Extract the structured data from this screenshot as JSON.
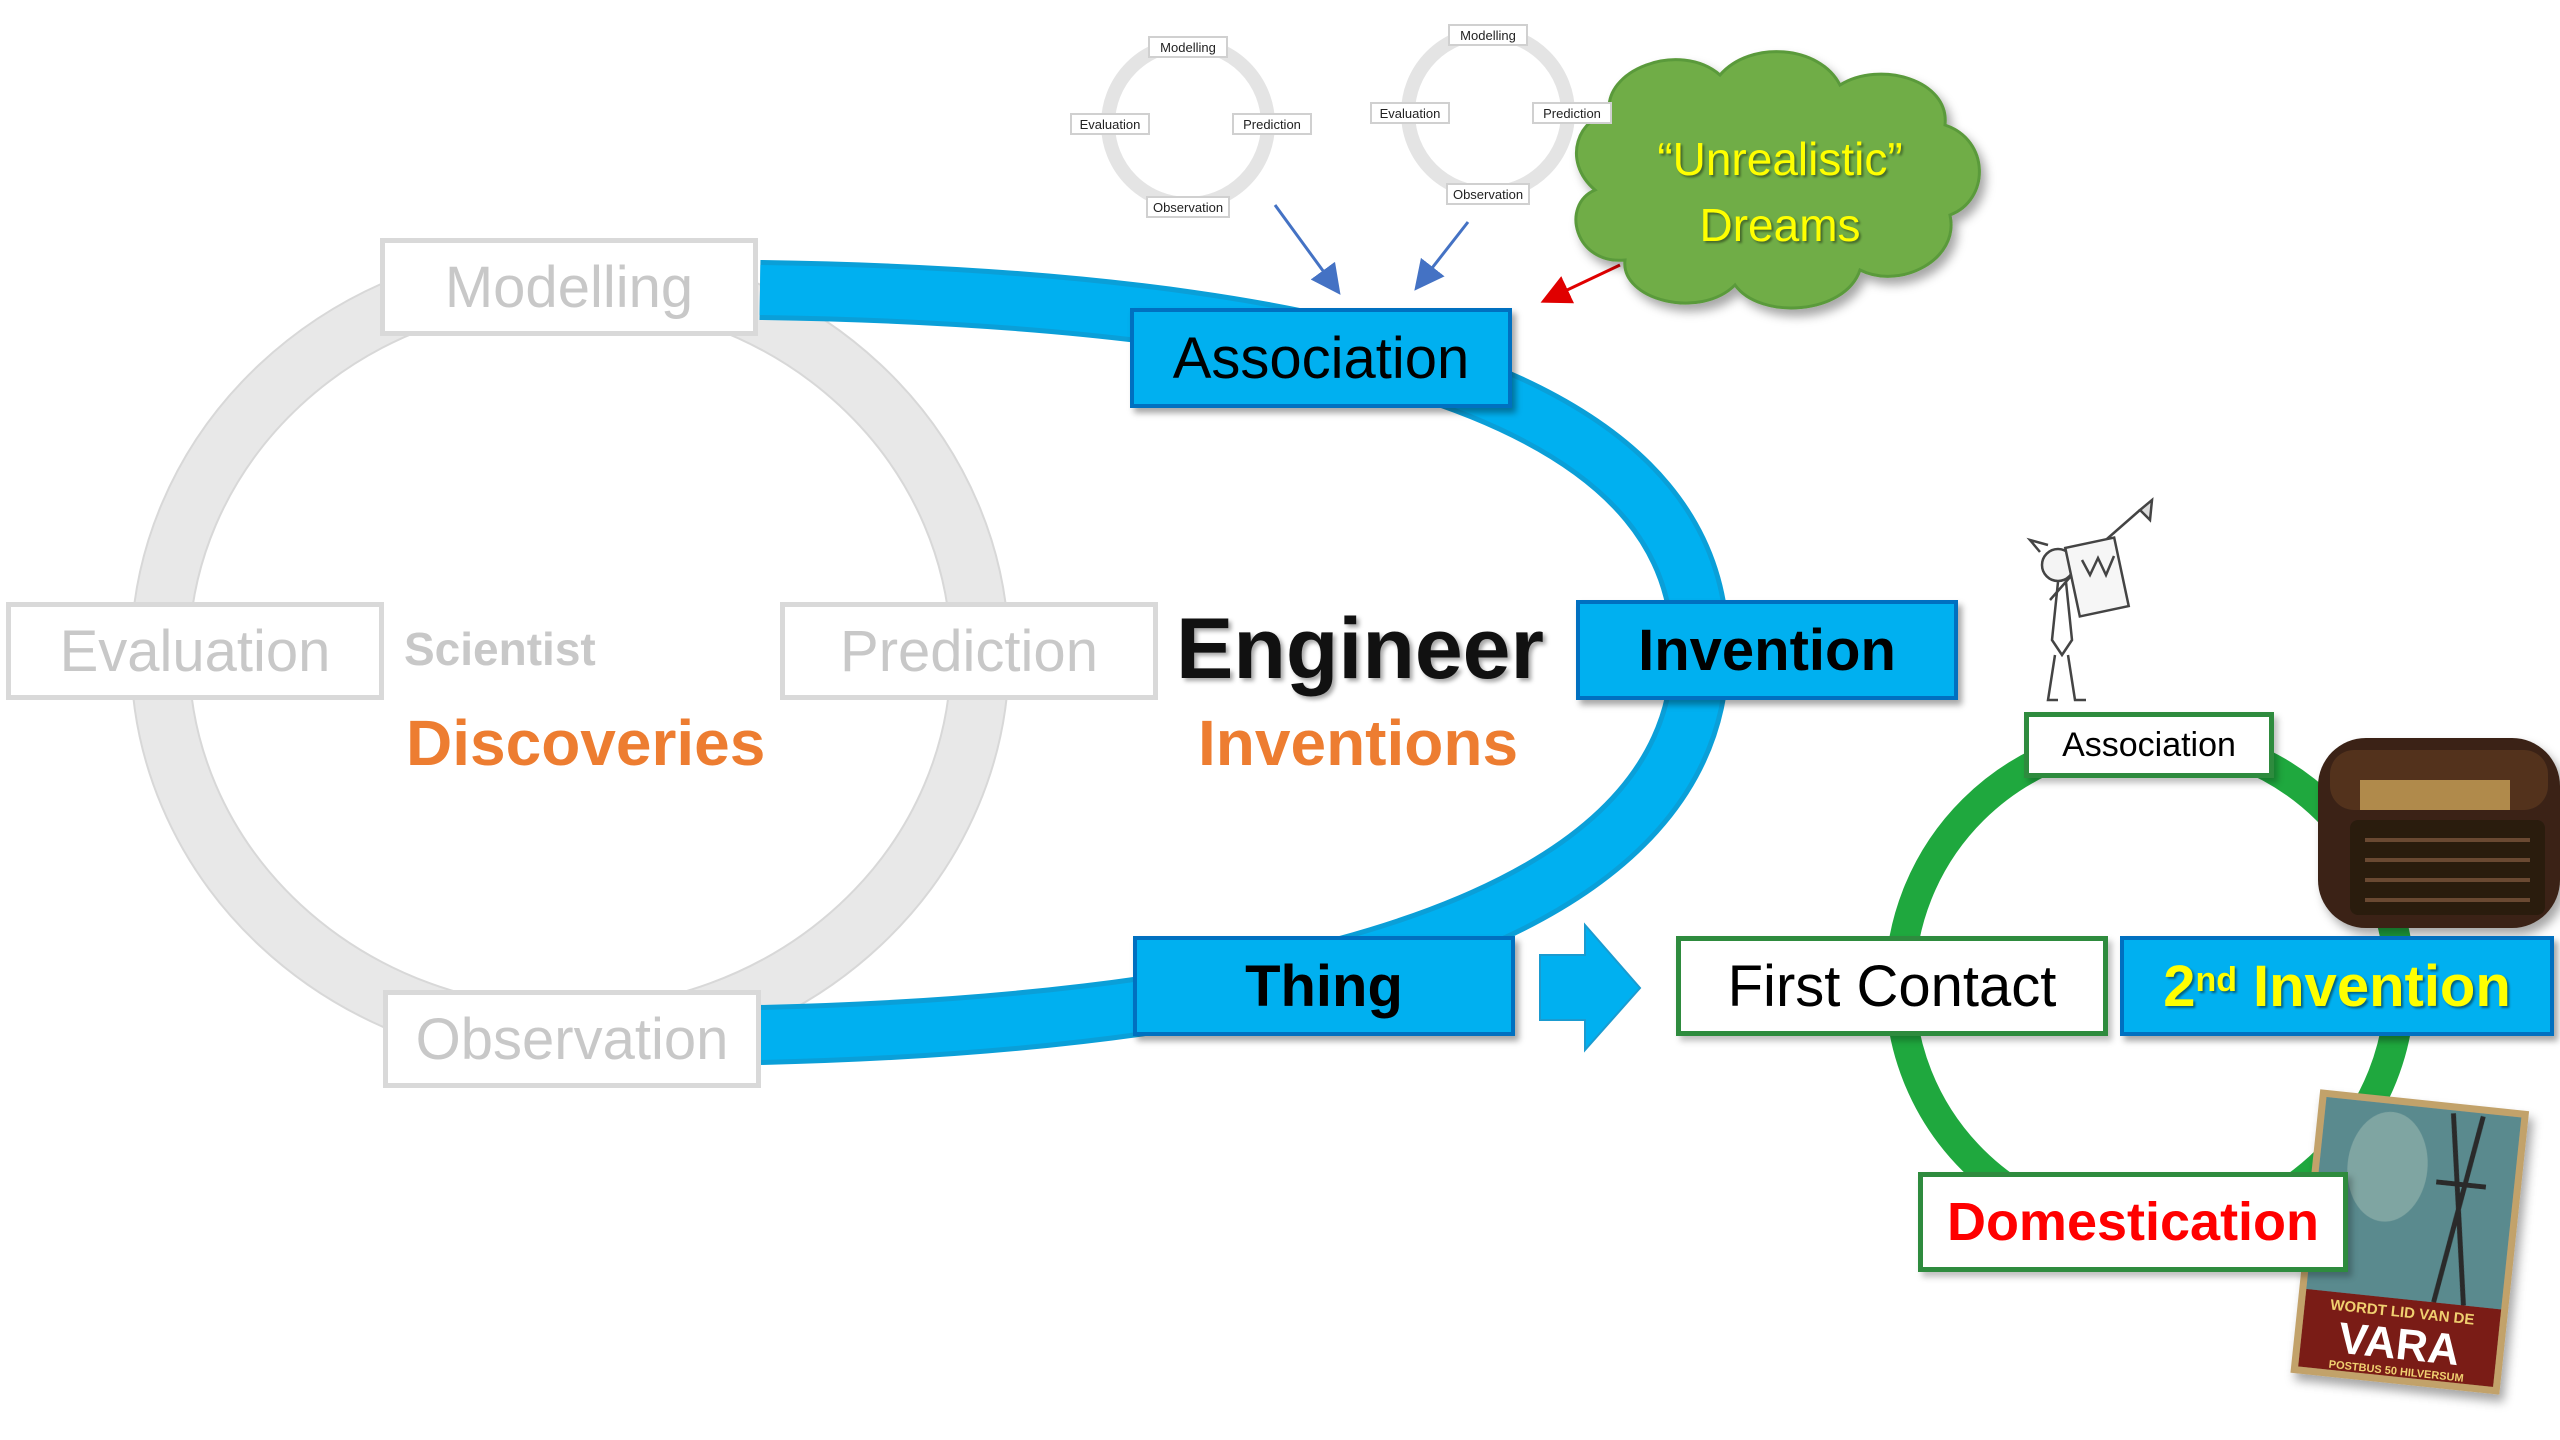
{
  "scientist_cycle": {
    "modelling": "Modelling",
    "evaluation": "Evaluation",
    "prediction": "Prediction",
    "observation": "Observation",
    "label": "Scientist",
    "outcome": "Discoveries"
  },
  "engineer": {
    "label": "Engineer",
    "outcome": "Inventions",
    "association": "Association",
    "invention": "Invention",
    "thing": "Thing"
  },
  "mini_cycle_1": {
    "modelling": "Modelling",
    "evaluation": "Evaluation",
    "prediction": "Prediction",
    "observation": "Observation"
  },
  "mini_cycle_2": {
    "modelling": "Modelling",
    "evaluation": "Evaluation",
    "prediction": "Prediction",
    "observation": "Observation"
  },
  "cloud": {
    "line1": "“Unrealistic”",
    "line2": "Dreams"
  },
  "domestication_cycle": {
    "association": "Association",
    "first_contact": "First Contact",
    "second_invention": "2",
    "second_invention_sup": "nd",
    "second_invention_rest": "Invention",
    "domestication": "Domestication"
  },
  "poster": {
    "line1": "WORDT LID VAN DE",
    "line2": "VARA",
    "line3": "POSTBUS 50 HILVERSUM"
  },
  "colors": {
    "blue_fill": "#00b0f0",
    "blue_border": "#0070c0",
    "grey": "#d9d9d9",
    "orange": "#ed7d31",
    "green": "#1fa83e",
    "red": "#ff0000",
    "cloud_green": "#70ad47",
    "cloud_text": "#ffff00"
  }
}
